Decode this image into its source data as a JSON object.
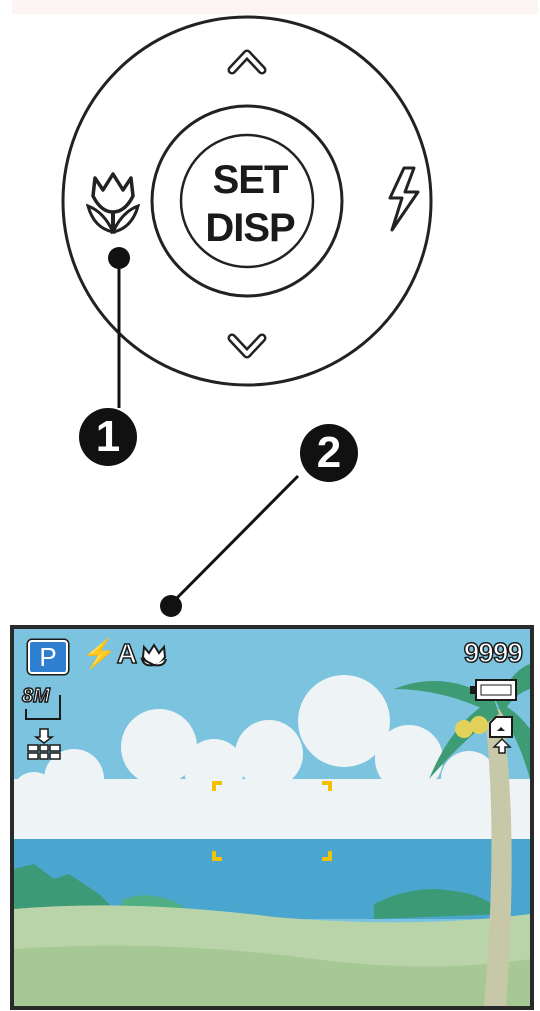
{
  "diagram": {
    "callouts": [
      "1",
      "2"
    ],
    "nav_button": {
      "center_line1": "SET",
      "center_line2": "DISP",
      "up_icon": "chevron-up-icon",
      "down_icon": "chevron-down-icon",
      "left_icon": "macro-flower-icon",
      "right_icon": "flash-icon"
    },
    "lcd": {
      "mode": "P",
      "flash": "⚡A",
      "shots_remaining": "9999",
      "image_size": "8M",
      "macro_icon": "macro-flower-icon",
      "battery_icon": "battery-icon",
      "storage_icon": "memory-card-icon",
      "quality_icon": "quality-icon",
      "focus_icon": "focus-frame-icon"
    },
    "colors": {
      "sky": "#7cc3df",
      "cloud": "#eef4f6",
      "sea": "#4aa6cf",
      "sand": "#b9d4a8",
      "focus": "#f2c200",
      "mode_badge": "#2f7fd1"
    }
  }
}
